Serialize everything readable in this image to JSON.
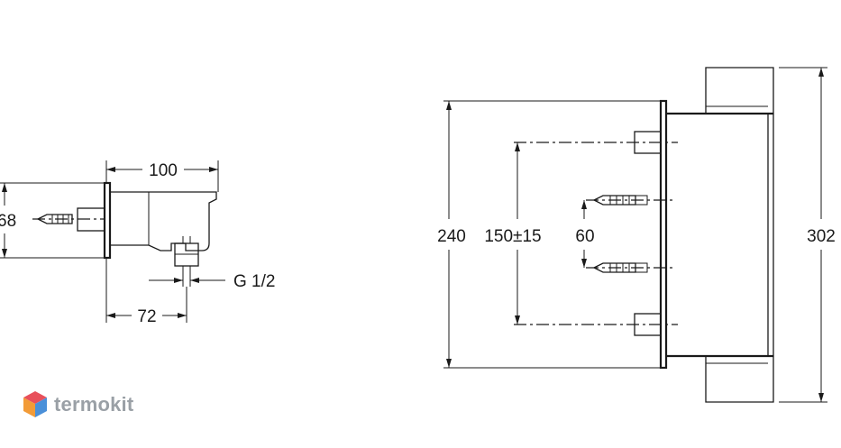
{
  "dimensions": {
    "left_view": {
      "width": "100",
      "height": "68",
      "depth": "72",
      "thread": "G 1/2"
    },
    "right_view": {
      "overall_height": "240",
      "spacing": "150±15",
      "inner_spacing": "60",
      "total_height": "302"
    }
  },
  "logo": {
    "text": "termokit",
    "colors": [
      "#e8505b",
      "#f29b38",
      "#4a90d9",
      "#9aa0a6"
    ]
  }
}
